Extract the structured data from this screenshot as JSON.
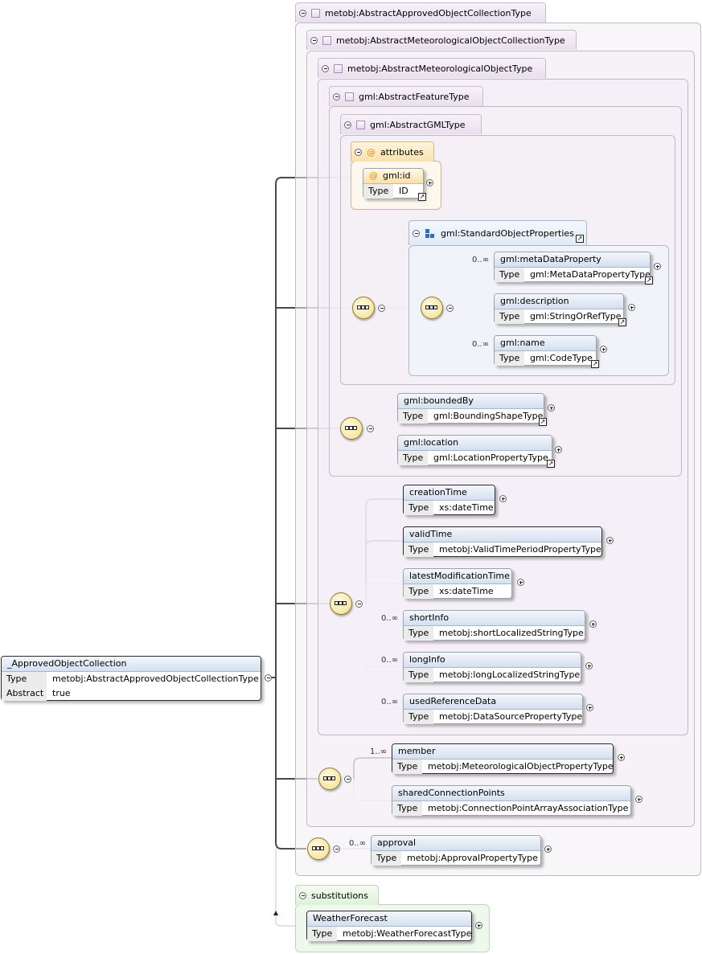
{
  "root": {
    "name": "_ApprovedObjectCollection",
    "rows": [
      {
        "k": "Type",
        "v": "metobj:AbstractApprovedObjectCollectionType"
      },
      {
        "k": "Abstract",
        "v": "true"
      }
    ]
  },
  "type_frames": [
    "metobj:AbstractApprovedObjectCollectionType",
    "metobj:AbstractMeteorologicalObjectCollectionType",
    "metobj:AbstractMeteorologicalObjectType",
    "gml:AbstractFeatureType",
    "gml:AbstractGMLType"
  ],
  "attributes": {
    "tab": "attributes",
    "gml_id": {
      "name": "gml:id",
      "type_key": "Type",
      "type": "ID"
    }
  },
  "group": {
    "name": "gml:StandardObjectProperties"
  },
  "elements": {
    "metaDataProperty": {
      "name": "gml:metaDataProperty",
      "type_key": "Type",
      "type": "gml:MetaDataPropertyType",
      "card": "0..∞"
    },
    "description": {
      "name": "gml:description",
      "type_key": "Type",
      "type": "gml:StringOrRefType"
    },
    "name": {
      "name": "gml:name",
      "type_key": "Type",
      "type": "gml:CodeType",
      "card": "0..∞"
    },
    "boundedBy": {
      "name": "gml:boundedBy",
      "type_key": "Type",
      "type": "gml:BoundingShapeType"
    },
    "location": {
      "name": "gml:location",
      "type_key": "Type",
      "type": "gml:LocationPropertyType"
    },
    "creationTime": {
      "name": "creationTime",
      "type_key": "Type",
      "type": "xs:dateTime"
    },
    "validTime": {
      "name": "validTime",
      "type_key": "Type",
      "type": "metobj:ValidTimePeriodPropertyType"
    },
    "latestModificationTime": {
      "name": "latestModificationTime",
      "type_key": "Type",
      "type": "xs:dateTime"
    },
    "shortInfo": {
      "name": "shortInfo",
      "type_key": "Type",
      "type": "metobj:shortLocalizedStringType",
      "card": "0..∞"
    },
    "longInfo": {
      "name": "longInfo",
      "type_key": "Type",
      "type": "metobj:longLocalizedStringType",
      "card": "0..∞"
    },
    "usedReferenceData": {
      "name": "usedReferenceData",
      "type_key": "Type",
      "type": "metobj:DataSourcePropertyType",
      "card": "0..∞"
    },
    "member": {
      "name": "member",
      "type_key": "Type",
      "type": "metobj:MeteorologicalObjectPropertyType",
      "card": "1..∞"
    },
    "sharedConnectionPoints": {
      "name": "sharedConnectionPoints",
      "type_key": "Type",
      "type": "metobj:ConnectionPointArrayAssociationType"
    },
    "approval": {
      "name": "approval",
      "type_key": "Type",
      "type": "metobj:ApprovalPropertyType",
      "card": "0..∞"
    },
    "WeatherForecast": {
      "name": "WeatherForecast",
      "type_key": "Type",
      "type": "metobj:WeatherForecastType"
    }
  },
  "substitutions": {
    "tab": "substitutions"
  },
  "colors": {
    "frame_violet": "#f4eff6",
    "attr_orange": "#e09000",
    "group_blue": "#2f6fb5",
    "subst_green": "#eef8ec",
    "compositor": "#f3dd86"
  }
}
